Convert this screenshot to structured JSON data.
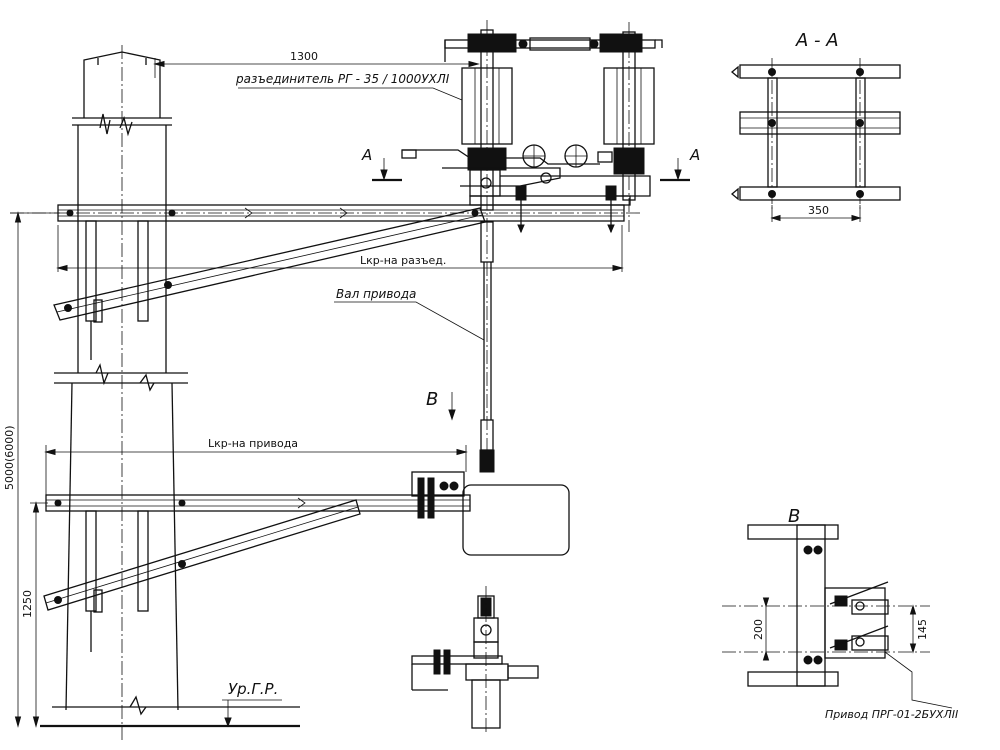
{
  "labels": {
    "dim_1300": "1300",
    "disconnector": "разъединитель РГ - 35 / 1000УХЛI",
    "section_a_left": "A",
    "section_a_right": "A",
    "section_a_title": "A - A",
    "dim_350": "350",
    "lkr_disconnector": "Lкр-на разъед.",
    "drive_shaft": "Вал привода",
    "view_b_arrow": "B",
    "lkr_drive": "Lкр-на привода",
    "dim_5000_6000": "5000(6000)",
    "dim_1250": "1250",
    "ground_level": "Ур.Г.Р.",
    "view_b_title": "B",
    "dim_200": "200",
    "dim_145": "145",
    "drive_type": "Привод ПРГ-01-2БУХЛII"
  }
}
